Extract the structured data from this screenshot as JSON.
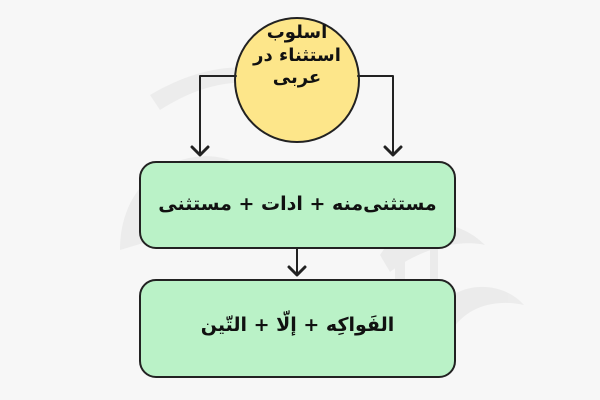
{
  "diagram": {
    "top_node": {
      "line1": "اسلوب",
      "line2": "استثناء در",
      "line3": "عربی"
    },
    "box1": {
      "text": "مستثنی‌منه + ادات + مستثنی"
    },
    "box2": {
      "text": "الفَواکِه + إلّا + التّین"
    }
  }
}
